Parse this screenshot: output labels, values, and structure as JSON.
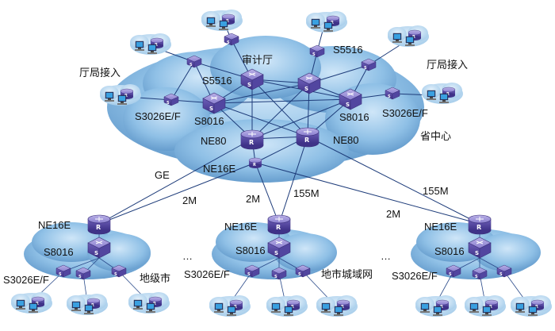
{
  "labels": {
    "shenjiting": "审计厅",
    "s5516_left": "S5516",
    "s5516_right": "S5516",
    "tingju_left": "厅局接入",
    "tingju_right": "厅局接入",
    "s3026_top_left": "S3026E/F",
    "s3026_top_right": "S3026E/F",
    "s8016_core_left": "S8016",
    "s8016_core_right": "S8016",
    "ne80_left": "NE80",
    "ne80_right": "NE80",
    "shengzhongxin": "省中心",
    "ne16e_core": "NE16E",
    "link_ge": "GE",
    "link_2m_a": "2M",
    "link_2m_b": "2M",
    "link_2m_c": "2M",
    "link_155m_a": "155M",
    "link_155m_b": "155M",
    "ne16e_left": "NE16E",
    "ne16e_mid": "NE16E",
    "ne16e_right": "NE16E",
    "s8016_left": "S8016",
    "s8016_mid": "S8016",
    "s8016_right": "S8016",
    "s3026_bottom_left": "S3026E/F",
    "s3026_bottom_mid": "S3026E/F",
    "s3026_bottom_right": "S3026E/F",
    "dijishi": "地级市",
    "dishichengyuwang": "地市城域网",
    "ellipsis_a": "…",
    "ellipsis_b": "…"
  },
  "colors": {
    "cloud": "#8fc0e6",
    "cloud_edge": "#5d95c8",
    "router": "#6a5fb0",
    "switch": "#7d6cc0",
    "link": "#1e3c7a"
  },
  "icons": {
    "router": "router-icon",
    "switch": "switch-icon",
    "pc": "pc-icon"
  }
}
